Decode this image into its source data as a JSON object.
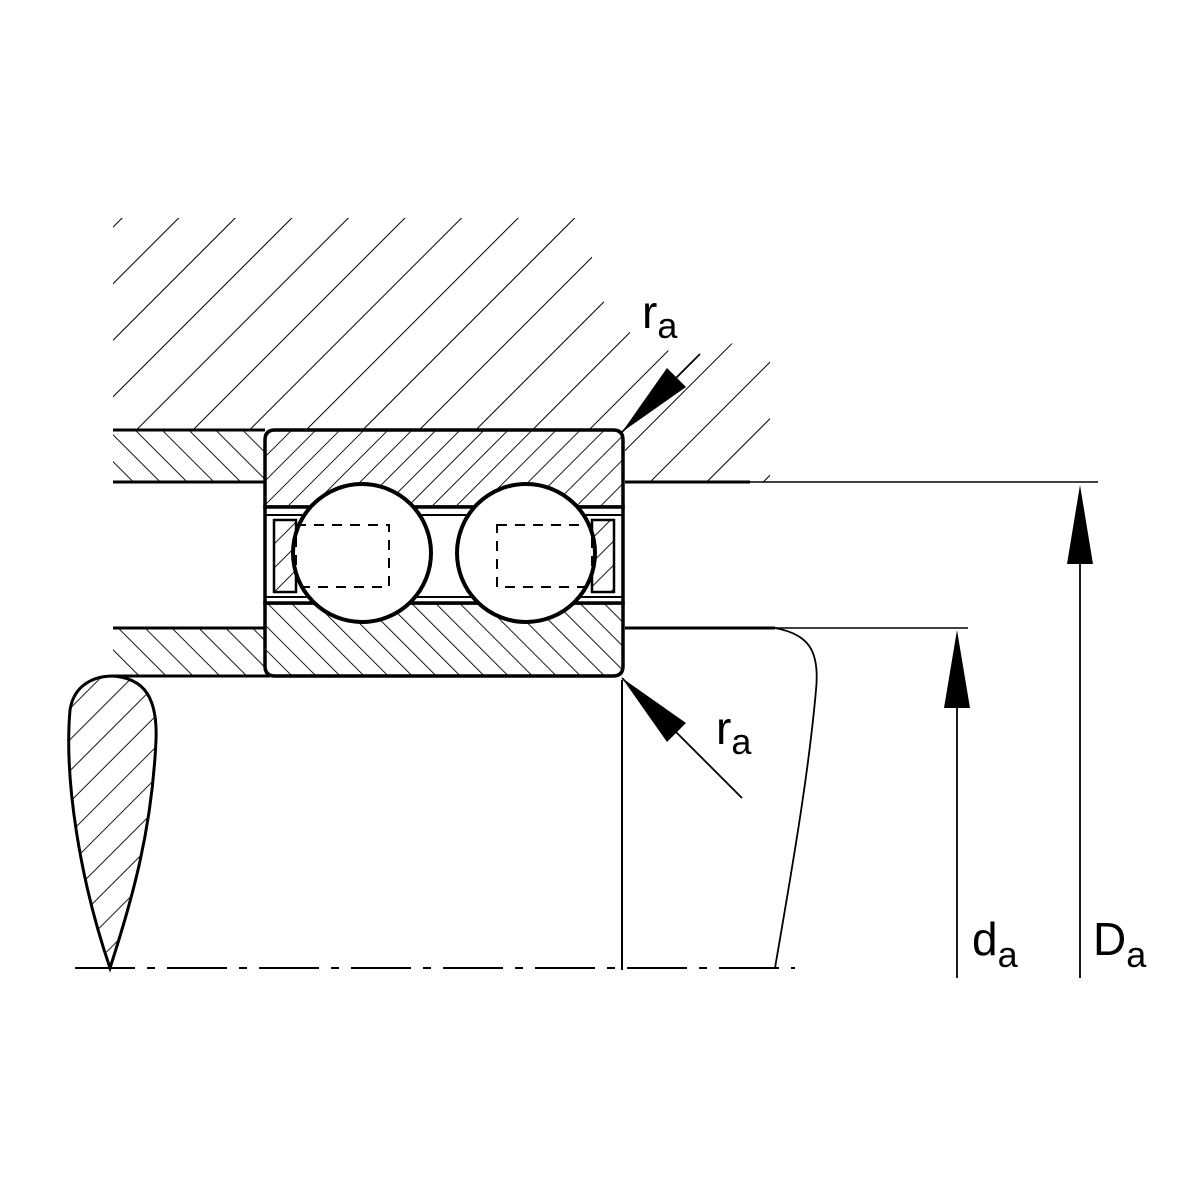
{
  "diagram": {
    "labels": {
      "ra_top": {
        "main": "r",
        "sub": "a"
      },
      "ra_bottom": {
        "main": "r",
        "sub": "a"
      },
      "da": {
        "main": "d",
        "sub": "a"
      },
      "Da": {
        "main": "D",
        "sub": "a"
      }
    },
    "colors": {
      "stroke": "#000000",
      "background": "#ffffff"
    }
  }
}
